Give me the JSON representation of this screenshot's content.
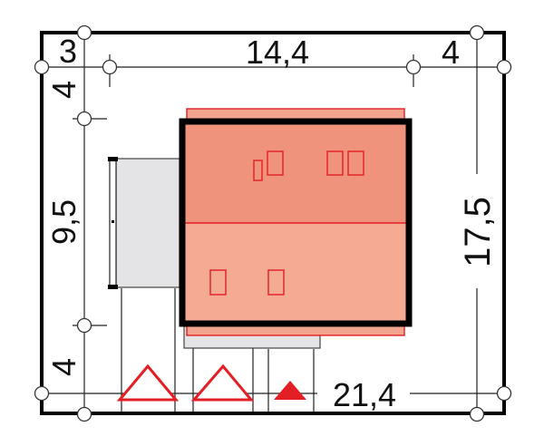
{
  "dimensions": {
    "top_left": "3",
    "top_middle": "14,4",
    "top_right": "4",
    "left_top": "4",
    "left_middle": "9,5",
    "left_bottom": "4",
    "right_total": "17,5",
    "bottom_total": "21,4"
  },
  "colors": {
    "plot_border": "#000000",
    "house_fill_upper": "#f0937c",
    "house_fill_lower": "#f4aa93",
    "roof_line": "#e31e24",
    "garage_fill": "#e4e4e6",
    "entrance_marker": "#e31e24",
    "dimension_line": "#222222"
  },
  "icons": {
    "driveway_entry_markers": "triangle-outline-icon",
    "pedestrian_entry_marker": "triangle-filled-icon",
    "dimension_nodes": "circle-node-icon"
  }
}
